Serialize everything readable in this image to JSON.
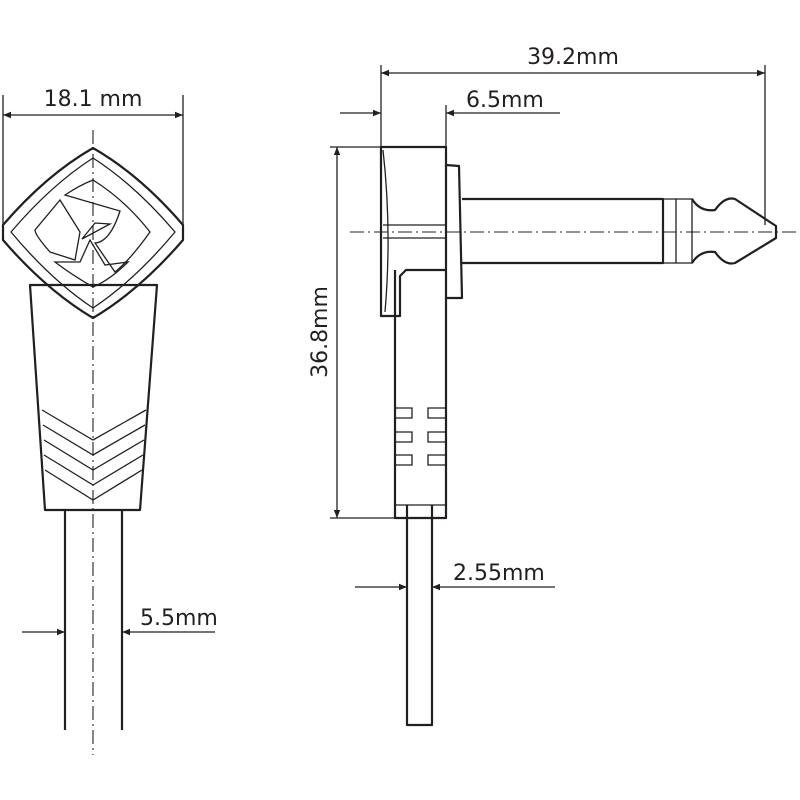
{
  "dimensions": {
    "front_width": "18.1 mm",
    "cable_diameter_front": "5.5mm",
    "total_length": "39.2mm",
    "head_depth": "6.5mm",
    "height": "36.8mm",
    "cable_thickness_side": "2.55mm"
  },
  "colors": {
    "line": "#231f20",
    "background": "#ffffff"
  }
}
